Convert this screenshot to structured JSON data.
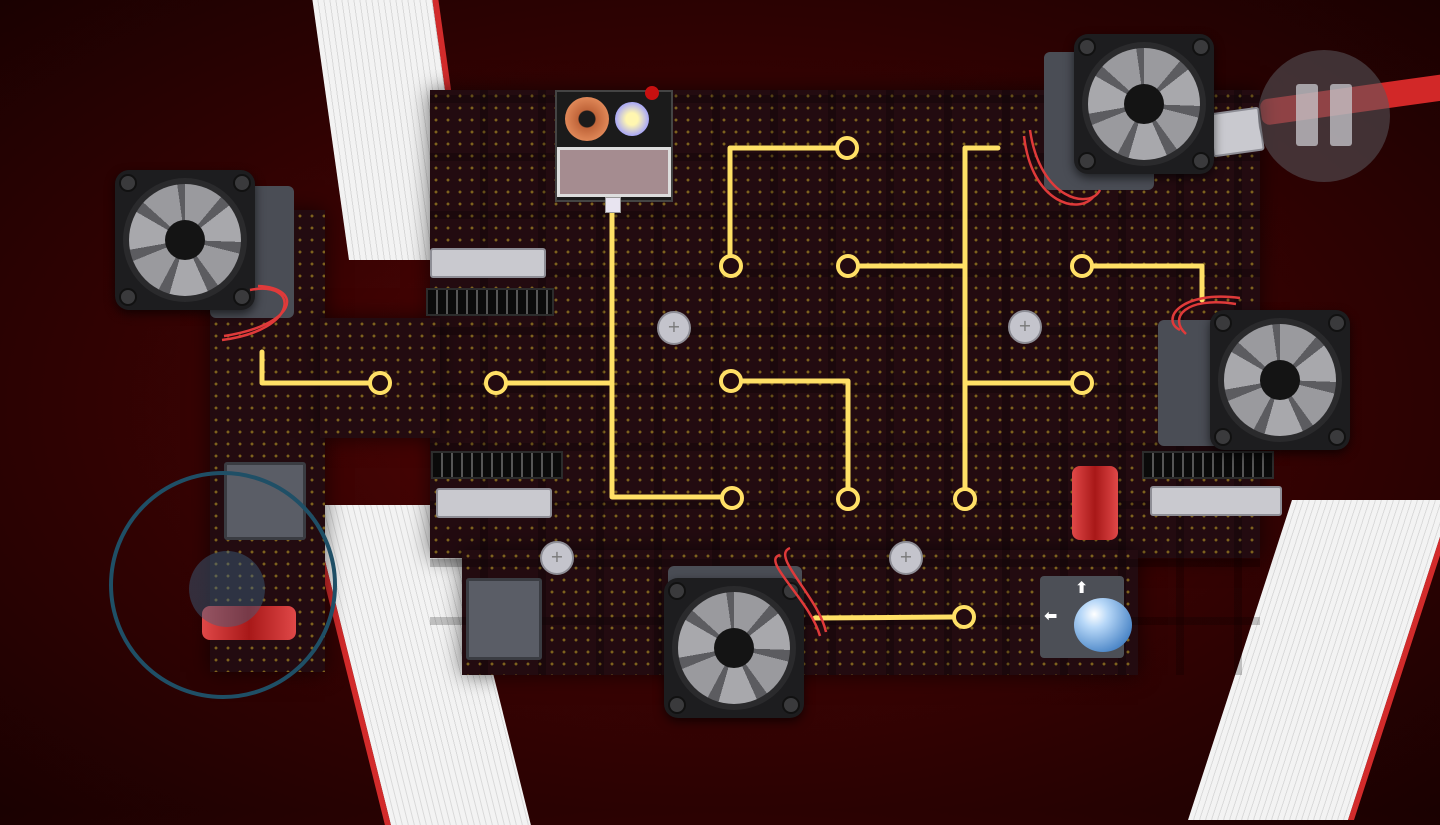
{
  "screen": "game-circuit-board-level",
  "controls": {
    "pause_icon": "pause-icon",
    "joystick_icon": "virtual-joystick"
  },
  "goal": {
    "orb_icon": "blue-orb-ball",
    "arrow_up": "⬆",
    "arrow_left": "⬅"
  },
  "colors": {
    "background": "#3a0303",
    "board": "#230b10",
    "trace": "#ffe066",
    "ribbon_stripe": "#d22b2b",
    "joystick_ring": "#1f4f66"
  }
}
